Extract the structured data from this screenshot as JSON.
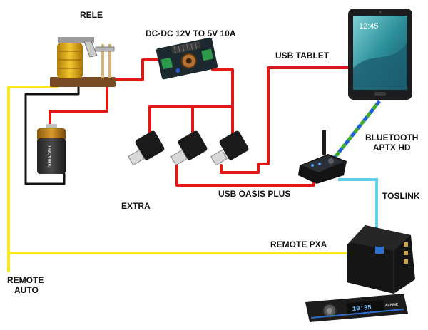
{
  "labels": {
    "relay": "RELE",
    "converter": "DC-DC 12V TO 5V 10A",
    "usb_tablet": "USB TABLET",
    "bluetooth_line1": "BLUETOOTH",
    "bluetooth_line2": "APTX HD",
    "toslink": "TOSLINK",
    "extra": "EXTRA",
    "usb_oasis": "USB OASIS PLUS",
    "remote_pxa": "REMOTE PXA",
    "remote_auto_line1": "REMOTE",
    "remote_auto_line2": "AUTO"
  },
  "device_text": {
    "battery_brand": "DURACELL",
    "tablet_time": "12:45",
    "head_unit_brand": "ALPINE",
    "head_unit_display": "10:35"
  },
  "colors": {
    "power_wire": "#e01818",
    "remote_wire": "#f5e81c",
    "ground_wire": "#111111",
    "toslink_wire": "#5fd0e8",
    "bluetooth_link_blue": "#1f5fd6",
    "bluetooth_link_green": "#3fae2a",
    "relay_coil": "#e8b313",
    "relay_base": "#7a4a22",
    "converter_board": "#1c2a30",
    "tablet_body": "#1d1d1f",
    "tablet_screen": "#2b8f99",
    "dac_body": "#151515",
    "head_unit_accent": "#2b6fd1"
  }
}
